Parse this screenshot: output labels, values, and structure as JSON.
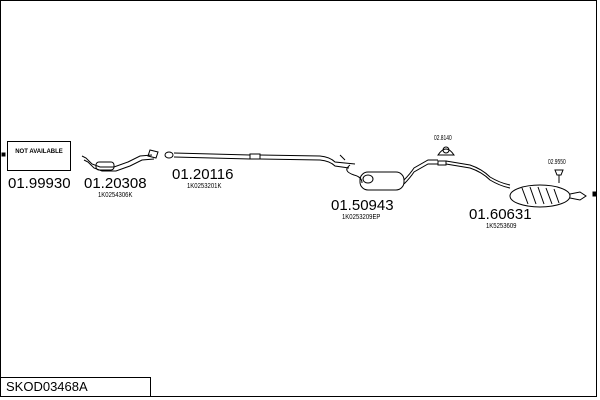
{
  "diagram_code": "SKOD03468A",
  "parts": [
    {
      "part_no": "01.99930",
      "oem": "",
      "note": "NOT AVAILABLE"
    },
    {
      "part_no": "01.20308",
      "oem": "1K0254306K"
    },
    {
      "part_no": "01.20116",
      "oem": "1K0253201K"
    },
    {
      "part_no": "01.50943",
      "oem": "1K0253209EP"
    },
    {
      "part_no": "01.60631",
      "oem": "1K5253609"
    }
  ],
  "accessories": [
    {
      "part_no": "02.8140"
    },
    {
      "part_no": "02.9550"
    }
  ]
}
